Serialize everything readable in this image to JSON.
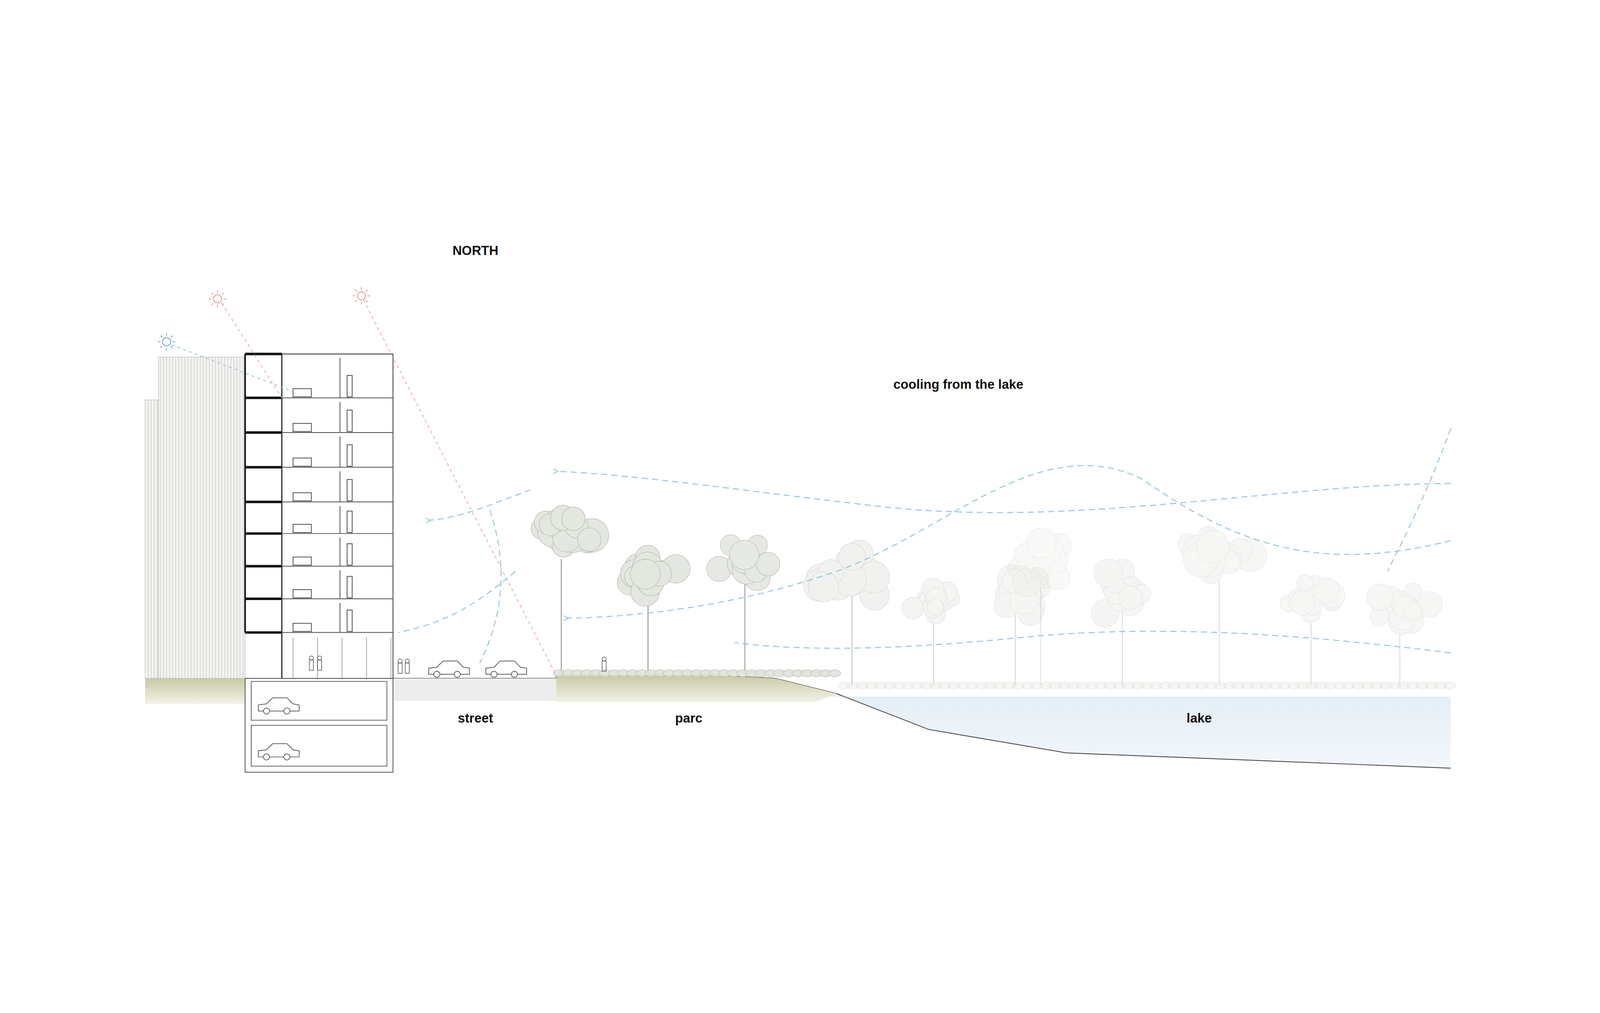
{
  "diagram": {
    "labels": [
      "NORTH",
      "cooling from the lake",
      "street",
      "parc",
      "lake"
    ]
  }
}
